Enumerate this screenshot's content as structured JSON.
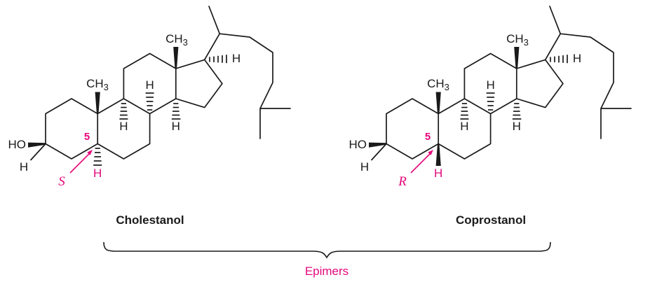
{
  "figure": {
    "type": "chemical-structure-comparison",
    "caption": "Epimers"
  },
  "colors": {
    "accent_pink": "#e4087c",
    "ink": "#1a1a1a",
    "background": "#ffffff"
  },
  "atom_labels": {
    "hydroxyl": "HO",
    "hydrogen": "H",
    "methyl_ch": "CH",
    "methyl_sub": "3"
  },
  "molecules": [
    {
      "name": "Cholestanol",
      "c5_position_label": "5",
      "configuration": "S",
      "c5_hydrogen_bond": "hashed"
    },
    {
      "name": "Coprostanol",
      "c5_position_label": "5",
      "configuration": "R",
      "c5_hydrogen_bond": "bold-wedge"
    }
  ]
}
